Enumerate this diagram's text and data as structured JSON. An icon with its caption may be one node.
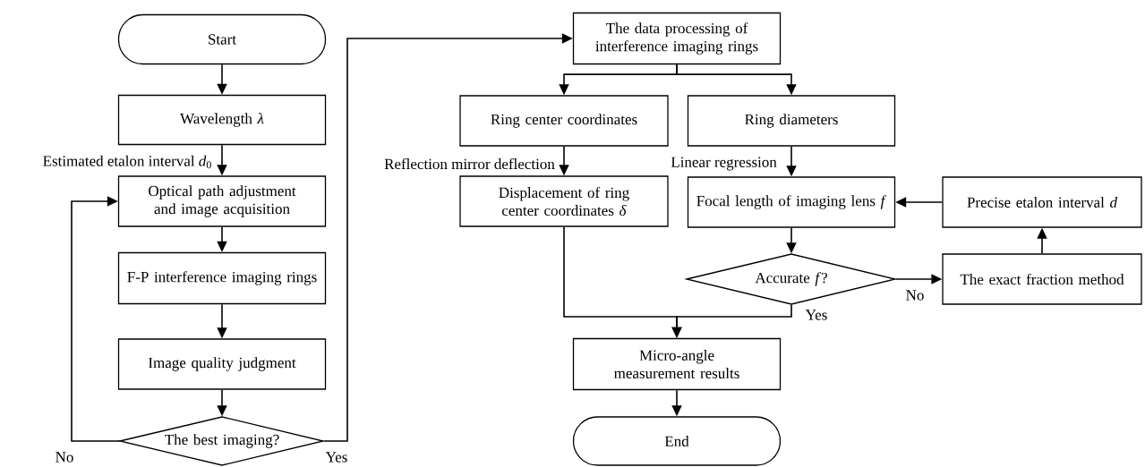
{
  "diagram": {
    "nodes": [
      {
        "text": [
          "Start"
        ]
      },
      {
        "text": [
          "Wavelength *λ*"
        ]
      },
      {
        "text": [
          "Optical path adjustment and image acquisition"
        ]
      },
      {
        "text": [
          "F-P interference imaging rings"
        ]
      },
      {
        "text": [
          "Image quality judgment"
        ]
      },
      {
        "text": [
          "The best imaging?"
        ]
      },
      {
        "text": [
          "The data processing of interference imaging rings"
        ]
      },
      {
        "text": [
          "Ring center coordinates"
        ]
      },
      {
        "text": [
          "Ring diameters"
        ]
      },
      {
        "text": [
          "Displacement of ring center coordinates *δ*"
        ]
      },
      {
        "text": [
          "Focal length of imaging lens *f*"
        ]
      },
      {
        "text": [
          "Precise etalon interval *d*"
        ]
      },
      {
        "text": [
          "Accurate *f*?"
        ]
      },
      {
        "text": [
          "The exact fraction method"
        ]
      },
      {
        "text": [
          "Micro-angle measurement results"
        ]
      },
      {
        "text": [
          "End"
        ]
      }
    ],
    "edges": [
      {
        "from": 0,
        "to": 1,
        "arrow": "to"
      },
      {
        "from": 1,
        "to": 2,
        "arrow": "to",
        "label": "Estimated etalon interval *d*$_{0}$"
      },
      {
        "from": 2,
        "to": 3,
        "arrow": "to"
      },
      {
        "from": 3,
        "to": 4,
        "arrow": "to"
      },
      {
        "from": 4,
        "to": 5,
        "arrow": "to"
      },
      {
        "from": 5,
        "to": 2,
        "arrow": "to",
        "label": "No"
      },
      {
        "from": 5,
        "to": 6,
        "arrow": "to",
        "label": "Yes"
      },
      {
        "from": 6,
        "to": 7,
        "arrow": "to"
      },
      {
        "from": 6,
        "to": 8,
        "arrow": "to"
      },
      {
        "from": 7,
        "to": 9,
        "arrow": "to",
        "label": "Reflection mirror deflection"
      },
      {
        "from": 8,
        "to": 10,
        "arrow": "to",
        "label": "Linear regression"
      },
      {
        "from": 11,
        "to": 10,
        "arrow": "to"
      },
      {
        "from": 10,
        "to": 12,
        "arrow": "to"
      },
      {
        "from": 12,
        "to": 13,
        "arrow": "to",
        "label": "No"
      },
      {
        "from": 13,
        "to": 11,
        "arrow": "to"
      },
      {
        "from": 9,
        "to": 14,
        "arrow": "to"
      },
      {
        "from": 12,
        "to": 14,
        "arrow": "to",
        "label": "Yes"
      },
      {
        "from": 14,
        "to": 15,
        "arrow": "to"
      }
    ]
  }
}
